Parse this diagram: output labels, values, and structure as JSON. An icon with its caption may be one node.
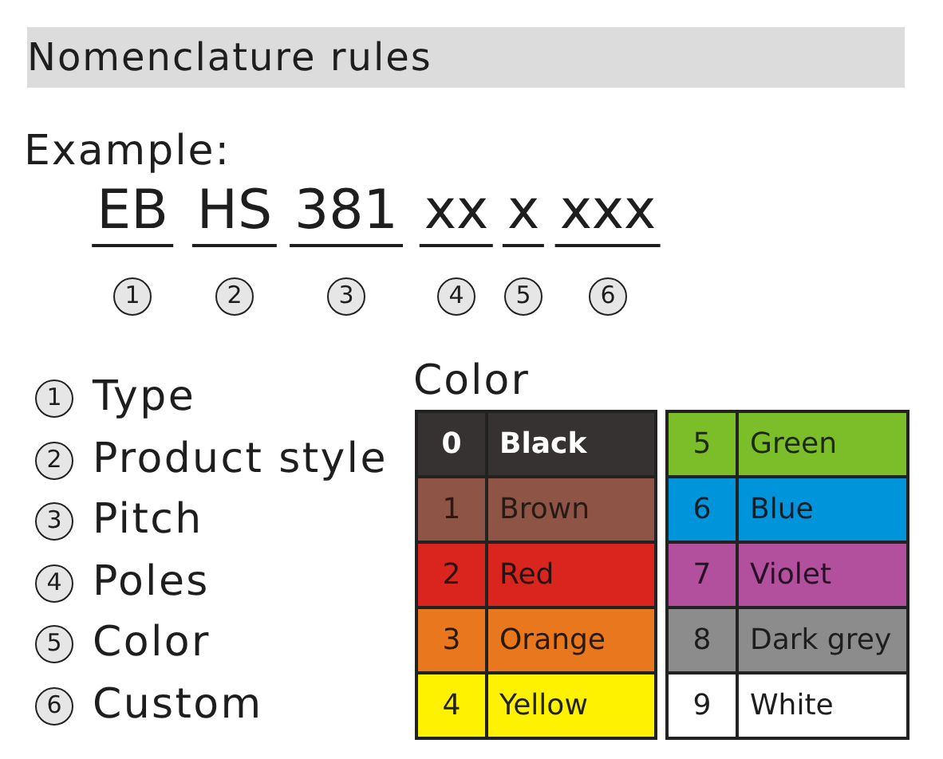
{
  "diagram": {
    "title": "Nomenclature rules",
    "labels": [
      "Example:",
      "EB",
      "HS",
      "381",
      "xx",
      "x",
      "xxx",
      "1",
      "2",
      "3",
      "4",
      "5",
      "6",
      "1",
      "Type",
      "2",
      "Product style",
      "3",
      "Pitch",
      "4",
      "Poles",
      "5",
      "Color",
      "6",
      "Custom",
      "Color",
      "0",
      "Black",
      "1",
      "Brown",
      "2",
      "Red",
      "3",
      "Orange",
      "4",
      "Yellow",
      "5",
      "Green",
      "6",
      "Blue",
      "7",
      "Violet",
      "8",
      "Dark grey",
      "9",
      "White"
    ]
  }
}
